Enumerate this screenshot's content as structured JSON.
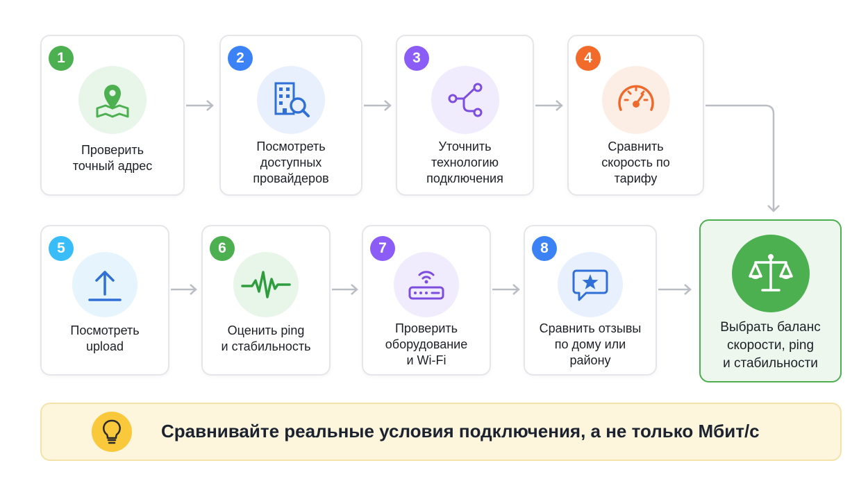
{
  "steps": [
    {
      "number": "1",
      "label": "Проверить\nточный адрес",
      "color": "#4caf50",
      "icon": "map-pin-icon"
    },
    {
      "number": "2",
      "label": "Посмотреть\nдоступных\nпровайдеров",
      "color": "#3b82f6",
      "icon": "building-search-icon"
    },
    {
      "number": "3",
      "label": "Уточнить\nтехнологию\nподключения",
      "color": "#8b5cf6",
      "icon": "connection-branch-icon"
    },
    {
      "number": "4",
      "label": "Сравнить\nскорость по\nтарифу",
      "color": "#f26b2a",
      "icon": "speedometer-icon"
    },
    {
      "number": "5",
      "label": "Посмотреть\nupload",
      "color": "#38bdf8",
      "icon": "upload-icon"
    },
    {
      "number": "6",
      "label": "Оценить ping\nи стабильность",
      "color": "#4caf50",
      "icon": "pulse-icon"
    },
    {
      "number": "7",
      "label": "Проверить\nоборудование\nи Wi-Fi",
      "color": "#8b5cf6",
      "icon": "router-icon"
    },
    {
      "number": "8",
      "label": "Сравнить отзывы\nпо дому или\nрайону",
      "color": "#3b82f6",
      "icon": "review-star-icon"
    }
  ],
  "result": {
    "label": "Выбрать баланс\nскорости, ping\nи стабильности",
    "color": "#4caf50",
    "icon": "scales-icon"
  },
  "tip": {
    "text": "Сравнивайте реальные условия подключения, а не только Мбит/с",
    "icon": "lightbulb-icon"
  }
}
